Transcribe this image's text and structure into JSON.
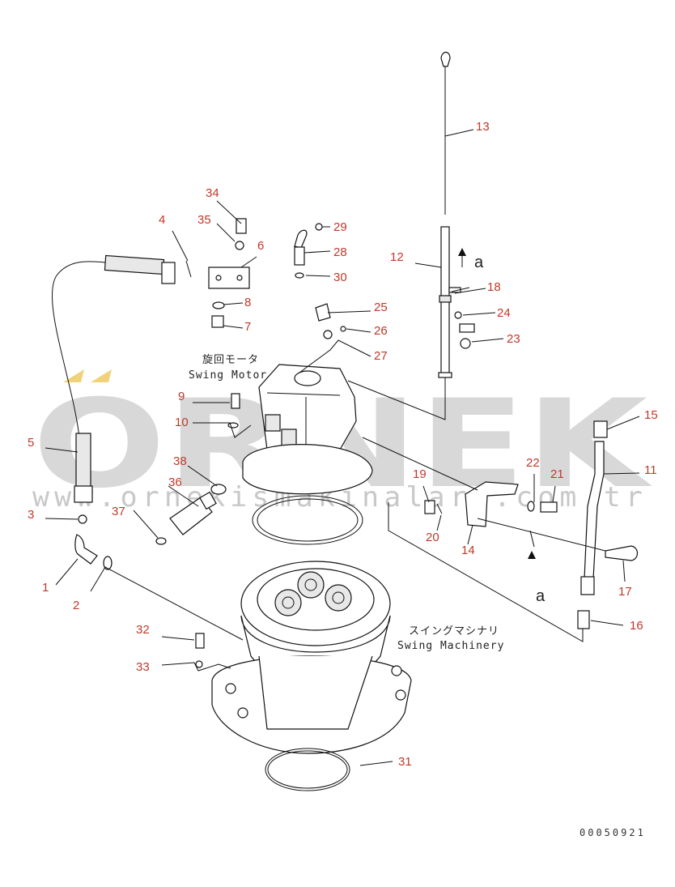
{
  "watermark": {
    "brand": "ORNEK",
    "url": "www.ornekismakinalari.com.tr",
    "accent_color": "#f0d27a"
  },
  "labels": {
    "swing_motor_jp": "旋回モータ",
    "swing_motor_en": "Swing Motor",
    "swing_machinery_jp": "スイングマシナリ",
    "swing_machinery_en": "Swing Machinery",
    "view_a_top": "a",
    "view_a_bottom": "a"
  },
  "drawing_code": "00050921",
  "callout_color": "#c0392b",
  "callouts": [
    "1",
    "2",
    "3",
    "4",
    "5",
    "6",
    "7",
    "8",
    "9",
    "10",
    "11",
    "12",
    "13",
    "14",
    "15",
    "16",
    "17",
    "18",
    "19",
    "20",
    "21",
    "22",
    "23",
    "24",
    "25",
    "26",
    "27",
    "28",
    "29",
    "30",
    "31",
    "32",
    "33",
    "34",
    "35",
    "36",
    "37",
    "38"
  ]
}
